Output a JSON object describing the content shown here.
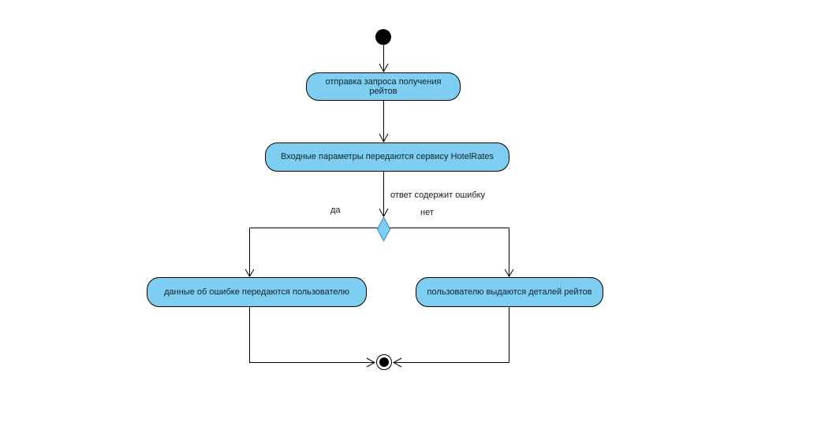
{
  "diagram": {
    "kind": "uml-activity-diagram",
    "colors": {
      "node_fill": "#7dcef0",
      "node_border": "#000000",
      "decision_border": "#3f96d0",
      "edge_line": "#000000",
      "background": "#ffffff"
    },
    "nodes": {
      "initial": {
        "type": "initial-node"
      },
      "send_request": {
        "label": "отправка запроса получения рейтов"
      },
      "pass_params": {
        "label": "Входные параметры передаются сервису HotelRates"
      },
      "decision": {
        "type": "decision-node"
      },
      "error_to_user": {
        "label": "данные об ошибке передаются пользователю"
      },
      "rates_details": {
        "label": "пользователю выдаются деталей рейтов"
      },
      "final": {
        "type": "activity-final-node"
      }
    },
    "edge_labels": {
      "condition": "ответ содержит ошибку",
      "yes": "да",
      "no": "нет"
    }
  }
}
